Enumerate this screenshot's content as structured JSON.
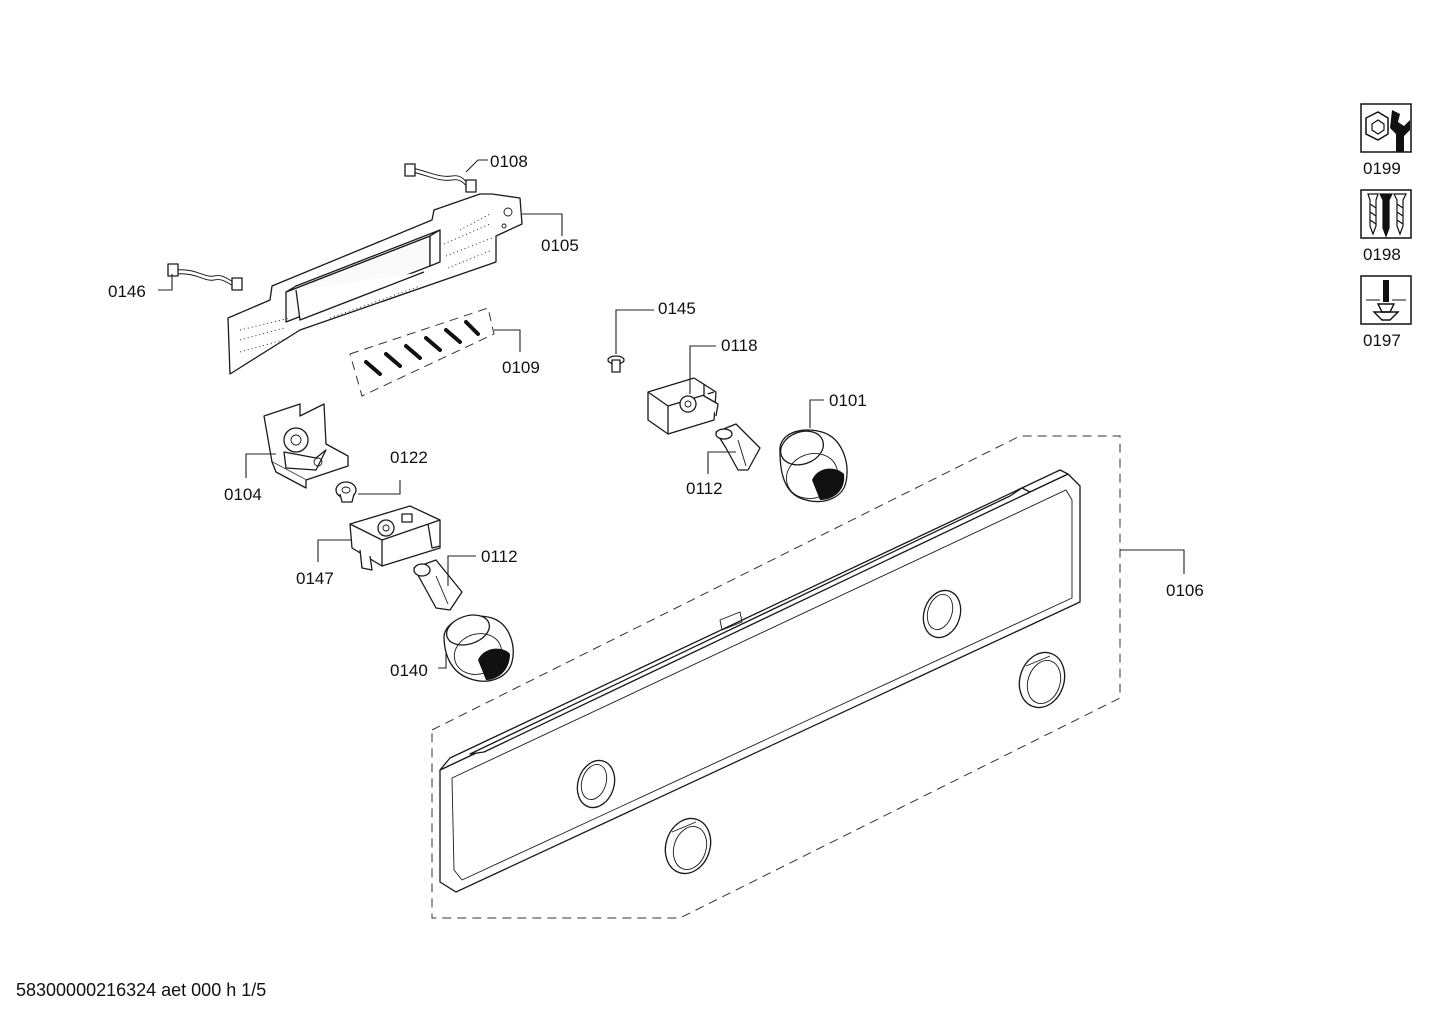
{
  "diagram": {
    "callouts": {
      "c0108": "0108",
      "c0105": "0105",
      "c0146": "0146",
      "c0109": "0109",
      "c0145": "0145",
      "c0118": "0118",
      "c0101": "0101",
      "c0104": "0104",
      "c0122": "0122",
      "c0112a": "0112",
      "c0147": "0147",
      "c0112b": "0112",
      "c0140": "0140",
      "c0106": "0106"
    },
    "tool_icons": [
      {
        "label": "0199",
        "icon": "nut-and-wrench-icon"
      },
      {
        "label": "0198",
        "icon": "screws-icon"
      },
      {
        "label": "0197",
        "icon": "screwdriver-icon"
      }
    ]
  },
  "footer": {
    "doc_code": "58300000216324 aet 000 h 1/5"
  }
}
